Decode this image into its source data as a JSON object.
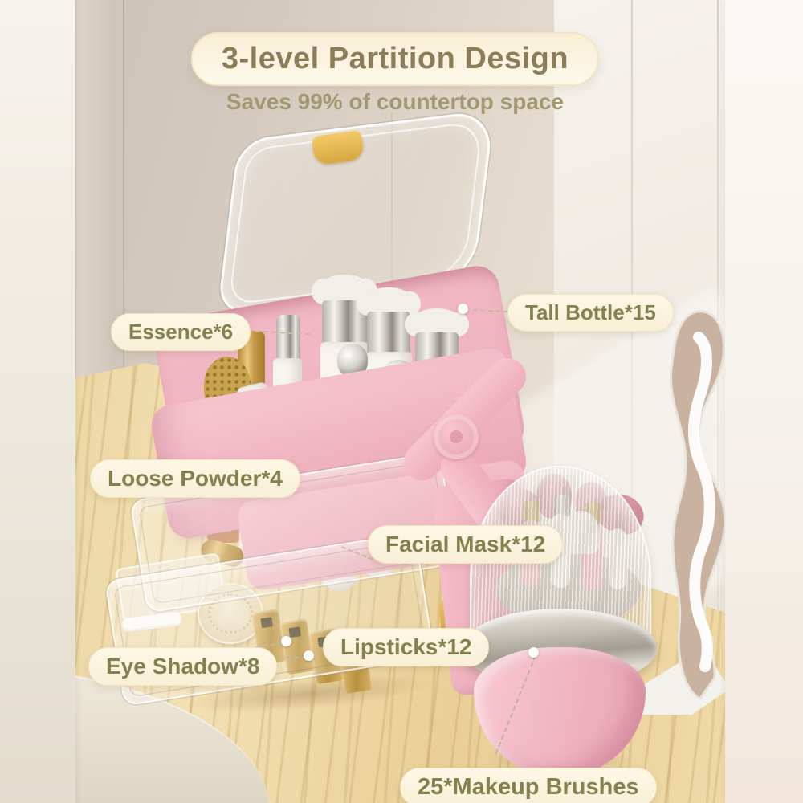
{
  "header": {
    "title": "3-level Partition Design",
    "subtitle": "Saves 99% of countertop space"
  },
  "callouts": {
    "essence": "Essence*6",
    "tall_bottle": "Tall Bottle*15",
    "loose_powder": "Loose Powder*4",
    "facial_mask": "Facial Mask*12",
    "eye_shadow": "Eye Shadow*8",
    "lipsticks": "Lipsticks*12",
    "makeup_brushes": "25*Makeup Brushes"
  },
  "colors": {
    "organizer_pink": "#f2b6c2",
    "label_pill_bg": "#faf2dc",
    "label_text": "#85814f",
    "title_text": "#8a7d58",
    "subtitle_text": "#a29871",
    "wood": "#ecd5a0",
    "wall_beige": "#e2d8cb",
    "gold_accent": "#ddb052",
    "glass_edge": "#ffffff"
  }
}
